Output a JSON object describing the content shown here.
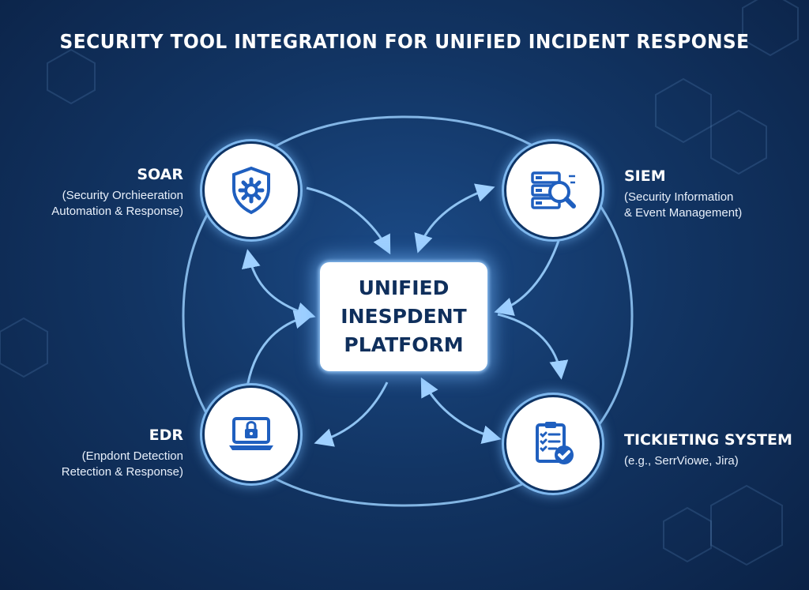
{
  "title": "SECURITY TOOL INTEGRATION FOR UNIFIED INCIDENT RESPONSE",
  "center": {
    "line1": "UNIFIED",
    "line2": "INESPDENT",
    "line3": "PLATFORM"
  },
  "nodes": {
    "soar": {
      "name": "SOAR",
      "desc1": "(Security Orchieeration",
      "desc2": "Automation & Response)",
      "icon": "shield-gear-icon"
    },
    "siem": {
      "name": "SIEM",
      "desc1": "(Security Information",
      "desc2": "& Event Management)",
      "icon": "server-magnifier-icon"
    },
    "edr": {
      "name": "EDR",
      "desc1": "(Enpdont Detection",
      "desc2": "Retection & Response)",
      "icon": "laptop-lock-icon"
    },
    "ticketing": {
      "name": "TICKIETING SYSTEM",
      "desc1": "(e.g., SerrViowe, Jira)",
      "icon": "clipboard-check-icon"
    }
  },
  "colors": {
    "accent": "#1f5fbf",
    "link": "#8fc3f2",
    "background": "#123564"
  }
}
